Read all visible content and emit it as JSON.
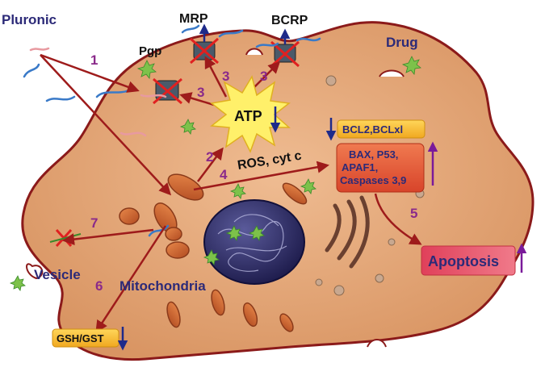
{
  "labels": {
    "pluronic": "Pluronic",
    "mrp": "MRP",
    "bcrp": "BCRP",
    "pgp": "Pgp",
    "drug": "Drug",
    "atp": "ATP",
    "bcl": "BCL2,BCLxl",
    "bax1": "BAX, P53,",
    "bax2": "APAF1,",
    "bax3": "Caspases 3,9",
    "ros": "ROS, cyt c",
    "apoptosis": "Apoptosis",
    "vesicle": "Vesicle",
    "mitochondria": "Mitochondria",
    "gsh": "GSH/GST"
  },
  "steps": {
    "s1": "1",
    "s2": "2",
    "s3a": "3",
    "s3b": "3",
    "s3c": "3",
    "s4": "4",
    "s5": "5",
    "s6": "6",
    "s7": "7"
  },
  "colors": {
    "cell_fill": "#e2a679",
    "cell_border": "#8b1a1a",
    "arrow": "#9e1b1b",
    "label_navy": "#2c2a78",
    "step_purple": "#8a2a8a",
    "yellow_box": "#f5c23a",
    "red_box": "#e0603c",
    "apoptosis_box": "#e0506a",
    "nucleus": "#2a2860",
    "drug_green": "#7dc24a"
  }
}
